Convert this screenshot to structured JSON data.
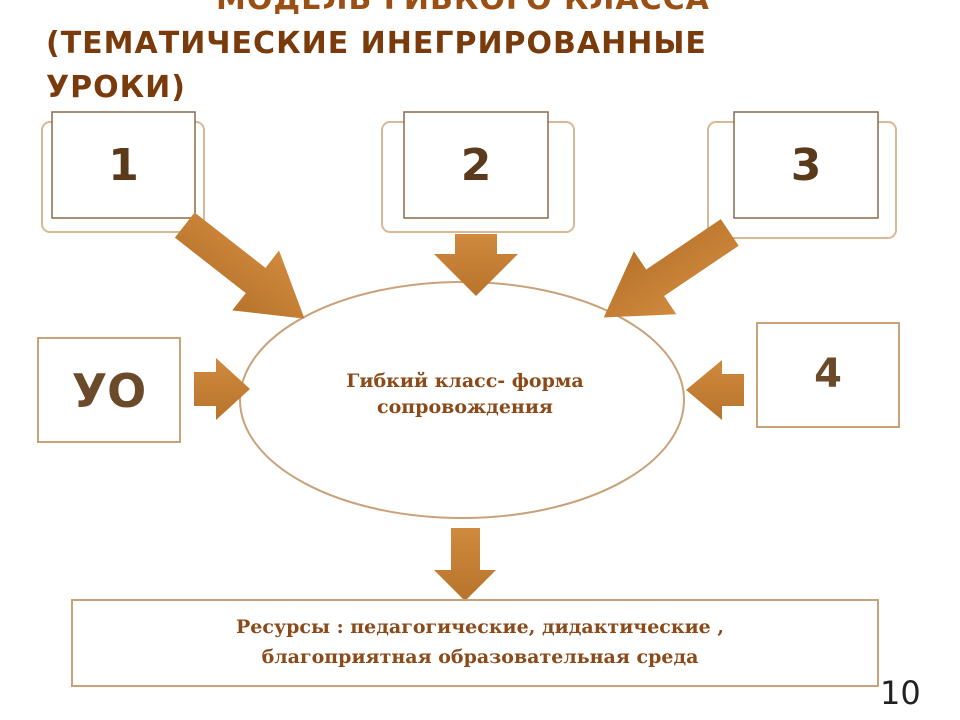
{
  "title": {
    "line0": "МОДЕЛЬ ГИБКОГО КЛАССА",
    "line1": "(ТЕМАТИЧЕСКИЕ ИНЕГРИРОВАННЫЕ",
    "line2": "УРОКИ)"
  },
  "boxes": {
    "box1": "1",
    "box2": "2",
    "box3": "3",
    "box4": "4",
    "uo": "УО"
  },
  "center": {
    "line1": "Гибкий класс- форма",
    "line2": "сопровождения"
  },
  "resources": {
    "line1": "Ресурсы : педагогические, дидактические ,",
    "line2": "благоприятная образовательная среда"
  },
  "page_number": "10",
  "colors": {
    "arrow": "#c27d32",
    "border": "#c9a27a",
    "title": "#7a3b0c",
    "text": "#8a4a1a"
  }
}
